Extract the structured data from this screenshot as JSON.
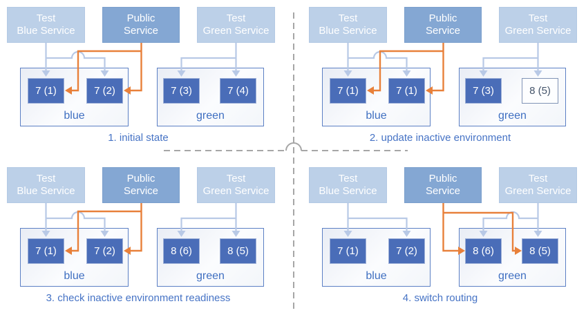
{
  "colors": {
    "service_light_fill": "#bcd0e8",
    "service_public_fill": "#84a7d3",
    "instance_filled_fill": "#4a6db8",
    "instance_outline_border": "#8093b5",
    "instance_outline_text": "#44546a",
    "environment_border": "#5b7fc4",
    "label_blue_text": "#3f6fc1",
    "caption_text": "#4673c5",
    "connector_light": "#b8c9e6",
    "connector_orange": "#e8803a",
    "divider_gray": "#a6a6a6"
  },
  "quadrants": [
    {
      "caption": "1. initial state",
      "public_routes_to": "blue",
      "services": {
        "test_blue": {
          "line1": "Test",
          "line2": "Blue Service"
        },
        "public": {
          "line1": "Public",
          "line2": "Service"
        },
        "test_green": {
          "line1": "Test",
          "line2": "Green Service"
        }
      },
      "blue_env": {
        "label": "blue",
        "instances": [
          {
            "text": "7 (1)",
            "variant": "filled"
          },
          {
            "text": "7 (2)",
            "variant": "filled"
          }
        ]
      },
      "green_env": {
        "label": "green",
        "instances": [
          {
            "text": "7 (3)",
            "variant": "filled"
          },
          {
            "text": "7 (4)",
            "variant": "filled"
          }
        ]
      }
    },
    {
      "caption": "2. update inactive environment",
      "public_routes_to": "blue",
      "services": {
        "test_blue": {
          "line1": "Test",
          "line2": "Blue Service"
        },
        "public": {
          "line1": "Public",
          "line2": "Service"
        },
        "test_green": {
          "line1": "Test",
          "line2": "Green Service"
        }
      },
      "blue_env": {
        "label": "blue",
        "instances": [
          {
            "text": "7 (1)",
            "variant": "filled"
          },
          {
            "text": "7 (1)",
            "variant": "filled"
          }
        ]
      },
      "green_env": {
        "label": "green",
        "instances": [
          {
            "text": "7 (3)",
            "variant": "filled"
          },
          {
            "text": "8 (5)",
            "variant": "outline"
          }
        ]
      }
    },
    {
      "caption": "3. check inactive environment readiness",
      "public_routes_to": "blue",
      "services": {
        "test_blue": {
          "line1": "Test",
          "line2": "Blue Service"
        },
        "public": {
          "line1": "Public",
          "line2": "Service"
        },
        "test_green": {
          "line1": "Test",
          "line2": "Green Service"
        }
      },
      "blue_env": {
        "label": "blue",
        "instances": [
          {
            "text": "7 (1)",
            "variant": "filled"
          },
          {
            "text": "7 (2)",
            "variant": "filled"
          }
        ]
      },
      "green_env": {
        "label": "green",
        "instances": [
          {
            "text": "8 (6)",
            "variant": "filled"
          },
          {
            "text": "8 (5)",
            "variant": "filled"
          }
        ]
      }
    },
    {
      "caption": "4. switch routing",
      "public_routes_to": "green",
      "services": {
        "test_blue": {
          "line1": "Test",
          "line2": "Blue Service"
        },
        "public": {
          "line1": "Public",
          "line2": "Service"
        },
        "test_green": {
          "line1": "Test",
          "line2": "Green Service"
        }
      },
      "blue_env": {
        "label": "blue",
        "instances": [
          {
            "text": "7 (1)",
            "variant": "filled"
          },
          {
            "text": "7 (2)",
            "variant": "filled"
          }
        ]
      },
      "green_env": {
        "label": "green",
        "instances": [
          {
            "text": "8 (6)",
            "variant": "filled"
          },
          {
            "text": "8 (5)",
            "variant": "filled"
          }
        ]
      }
    }
  ]
}
